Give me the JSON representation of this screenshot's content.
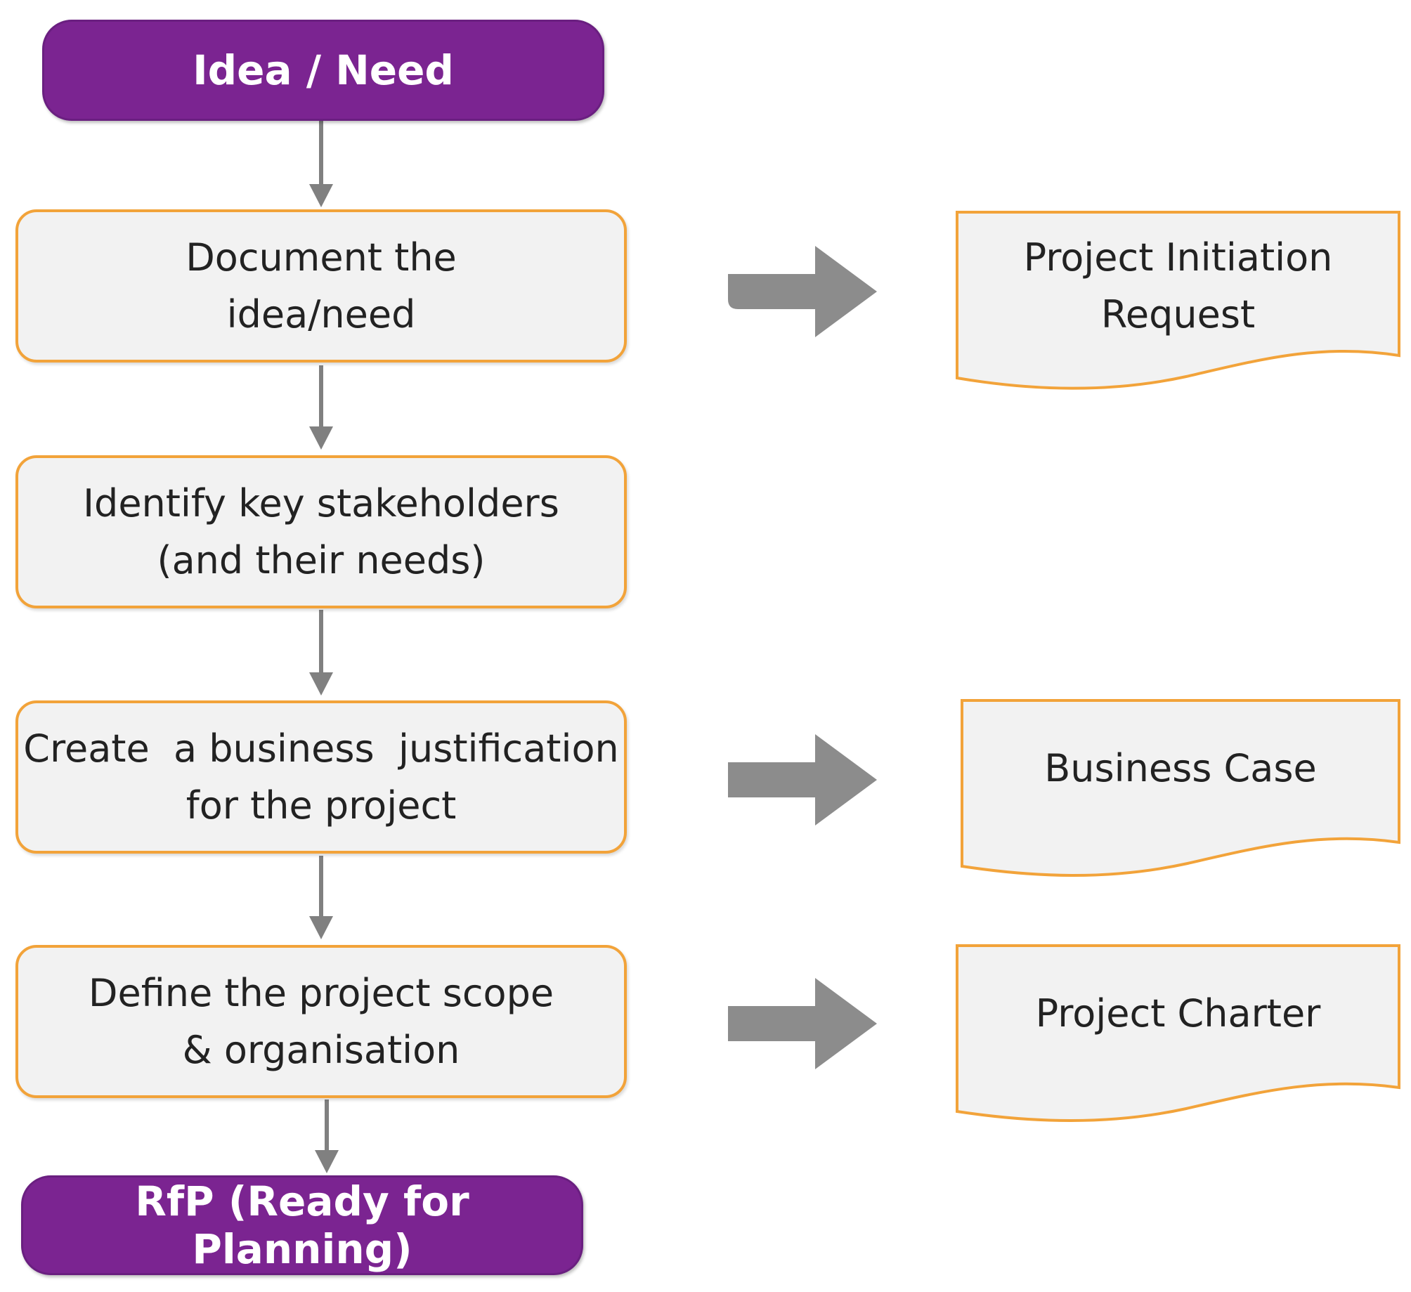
{
  "colors": {
    "terminal_fill": "#7b2491",
    "step_fill": "#f2f2f2",
    "step_border": "#f2a33a",
    "connector": "#808080",
    "output_arrow": "#8c8c8c"
  },
  "start": {
    "label": "Idea / Need"
  },
  "end": {
    "label": "RfP (Ready for Planning)"
  },
  "steps": [
    {
      "lines": [
        "Document the",
        "idea/need"
      ]
    },
    {
      "lines": [
        "Identify key stakeholders",
        "(and their needs)"
      ]
    },
    {
      "lines": [
        "Create  a business  justification",
        "for the project"
      ]
    },
    {
      "lines": [
        "Define the project scope",
        "& organisation"
      ]
    }
  ],
  "outputs": [
    {
      "lines": [
        "Project Initiation",
        "Request"
      ]
    },
    {
      "lines": [
        "Business Case"
      ]
    },
    {
      "lines": [
        "Project Charter"
      ]
    }
  ]
}
